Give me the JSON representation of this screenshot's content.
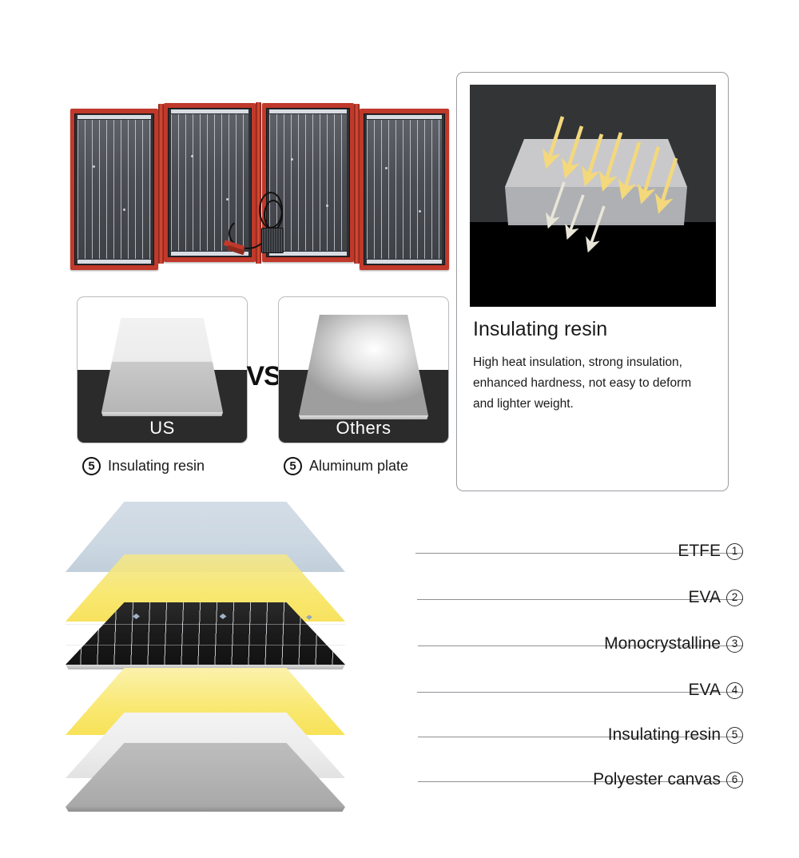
{
  "product_photo": {
    "alt": "foldable 4-panel solar panel with cable and alligator clips",
    "panel_count": 4,
    "frame_color": "#c0392b",
    "cell_color": "#4a4d53"
  },
  "comparison": {
    "vs_label": "VS",
    "items": [
      {
        "card_label": "US",
        "number": "5",
        "caption": "Insulating resin",
        "plate_style": "resin"
      },
      {
        "card_label": "Others",
        "number": "5",
        "caption": "Aluminum plate",
        "plate_style": "aluminum"
      }
    ]
  },
  "resin_panel": {
    "title": "Insulating resin",
    "body": "High heat insulation, strong insulation, enhanced hardness, not easy to deform and lighter weight.",
    "figure": {
      "alt": "heat rays striking an insulating resin sheet",
      "incoming_arrow_count": 7,
      "outgoing_arrow_count": 3,
      "incoming_arrow_color": "#f3d87c",
      "outgoing_arrow_color": "#e9e5d9",
      "bg_top_color": "#333436",
      "bg_bottom_color": "#000000"
    }
  },
  "layer_stack": {
    "alt": "exploded view of solar panel laminate layers",
    "layers": [
      {
        "number": "1",
        "label": "ETFE",
        "color": "#ccd8e2"
      },
      {
        "number": "2",
        "label": "EVA",
        "color": "#f6e463"
      },
      {
        "number": "3",
        "label": "Monocrystalline",
        "color": "#181818"
      },
      {
        "number": "4",
        "label": "EVA",
        "color": "#f8e55f"
      },
      {
        "number": "5",
        "label": "Insulating resin",
        "color": "#e9e9e9"
      },
      {
        "number": "6",
        "label": "Polyester canvas",
        "color": "#b2b2b2"
      }
    ]
  }
}
